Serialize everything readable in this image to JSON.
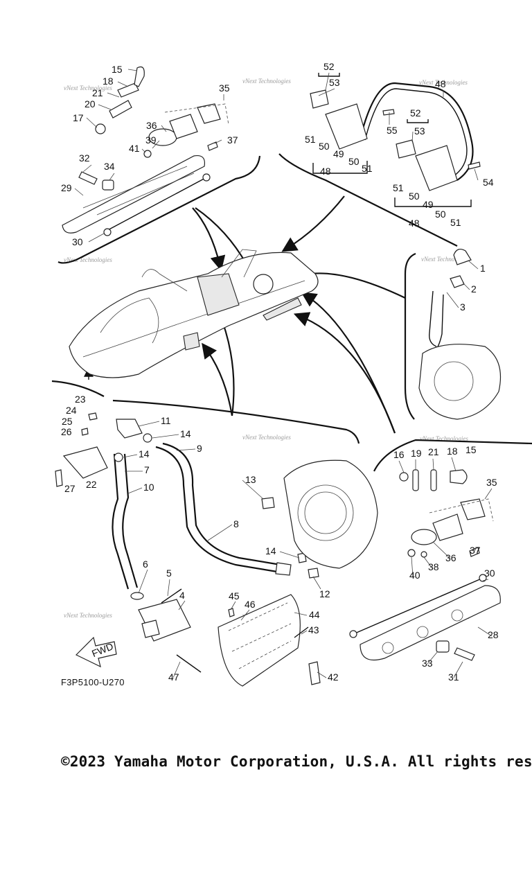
{
  "diagram_code": "F3P5100-U270",
  "fwd_label": "FWD",
  "watermark": "vNext Technologies",
  "copyright": "©2023 Yamaha Motor Corporation, U.S.A. All rights res",
  "callouts": {
    "c1": "1",
    "c2": "2",
    "c3": "3",
    "c4": "4",
    "c5": "5",
    "c6": "6",
    "c7": "7",
    "c8": "8",
    "c9": "9",
    "c10": "10",
    "c11": "11",
    "c12": "12",
    "c13": "13",
    "c14": "14",
    "c15": "15",
    "c16": "16",
    "c17": "17",
    "c18": "18",
    "c19": "19",
    "c20": "20",
    "c21": "21",
    "c22": "22",
    "c23": "23",
    "c24": "24",
    "c25": "25",
    "c26": "26",
    "c27": "27",
    "c28": "28",
    "c29": "29",
    "c30": "30",
    "c31": "31",
    "c32": "32",
    "c33": "33",
    "c34": "34",
    "c35": "35",
    "c36": "36",
    "c37": "37",
    "c38": "38",
    "c39": "39",
    "c40": "40",
    "c41": "41",
    "c42": "42",
    "c43": "43",
    "c44": "44",
    "c45": "45",
    "c46": "46",
    "c47": "47",
    "c48": "48",
    "c49": "49",
    "c50": "50",
    "c51": "51",
    "c52": "52",
    "c53": "53",
    "c54": "54",
    "c55": "55"
  }
}
